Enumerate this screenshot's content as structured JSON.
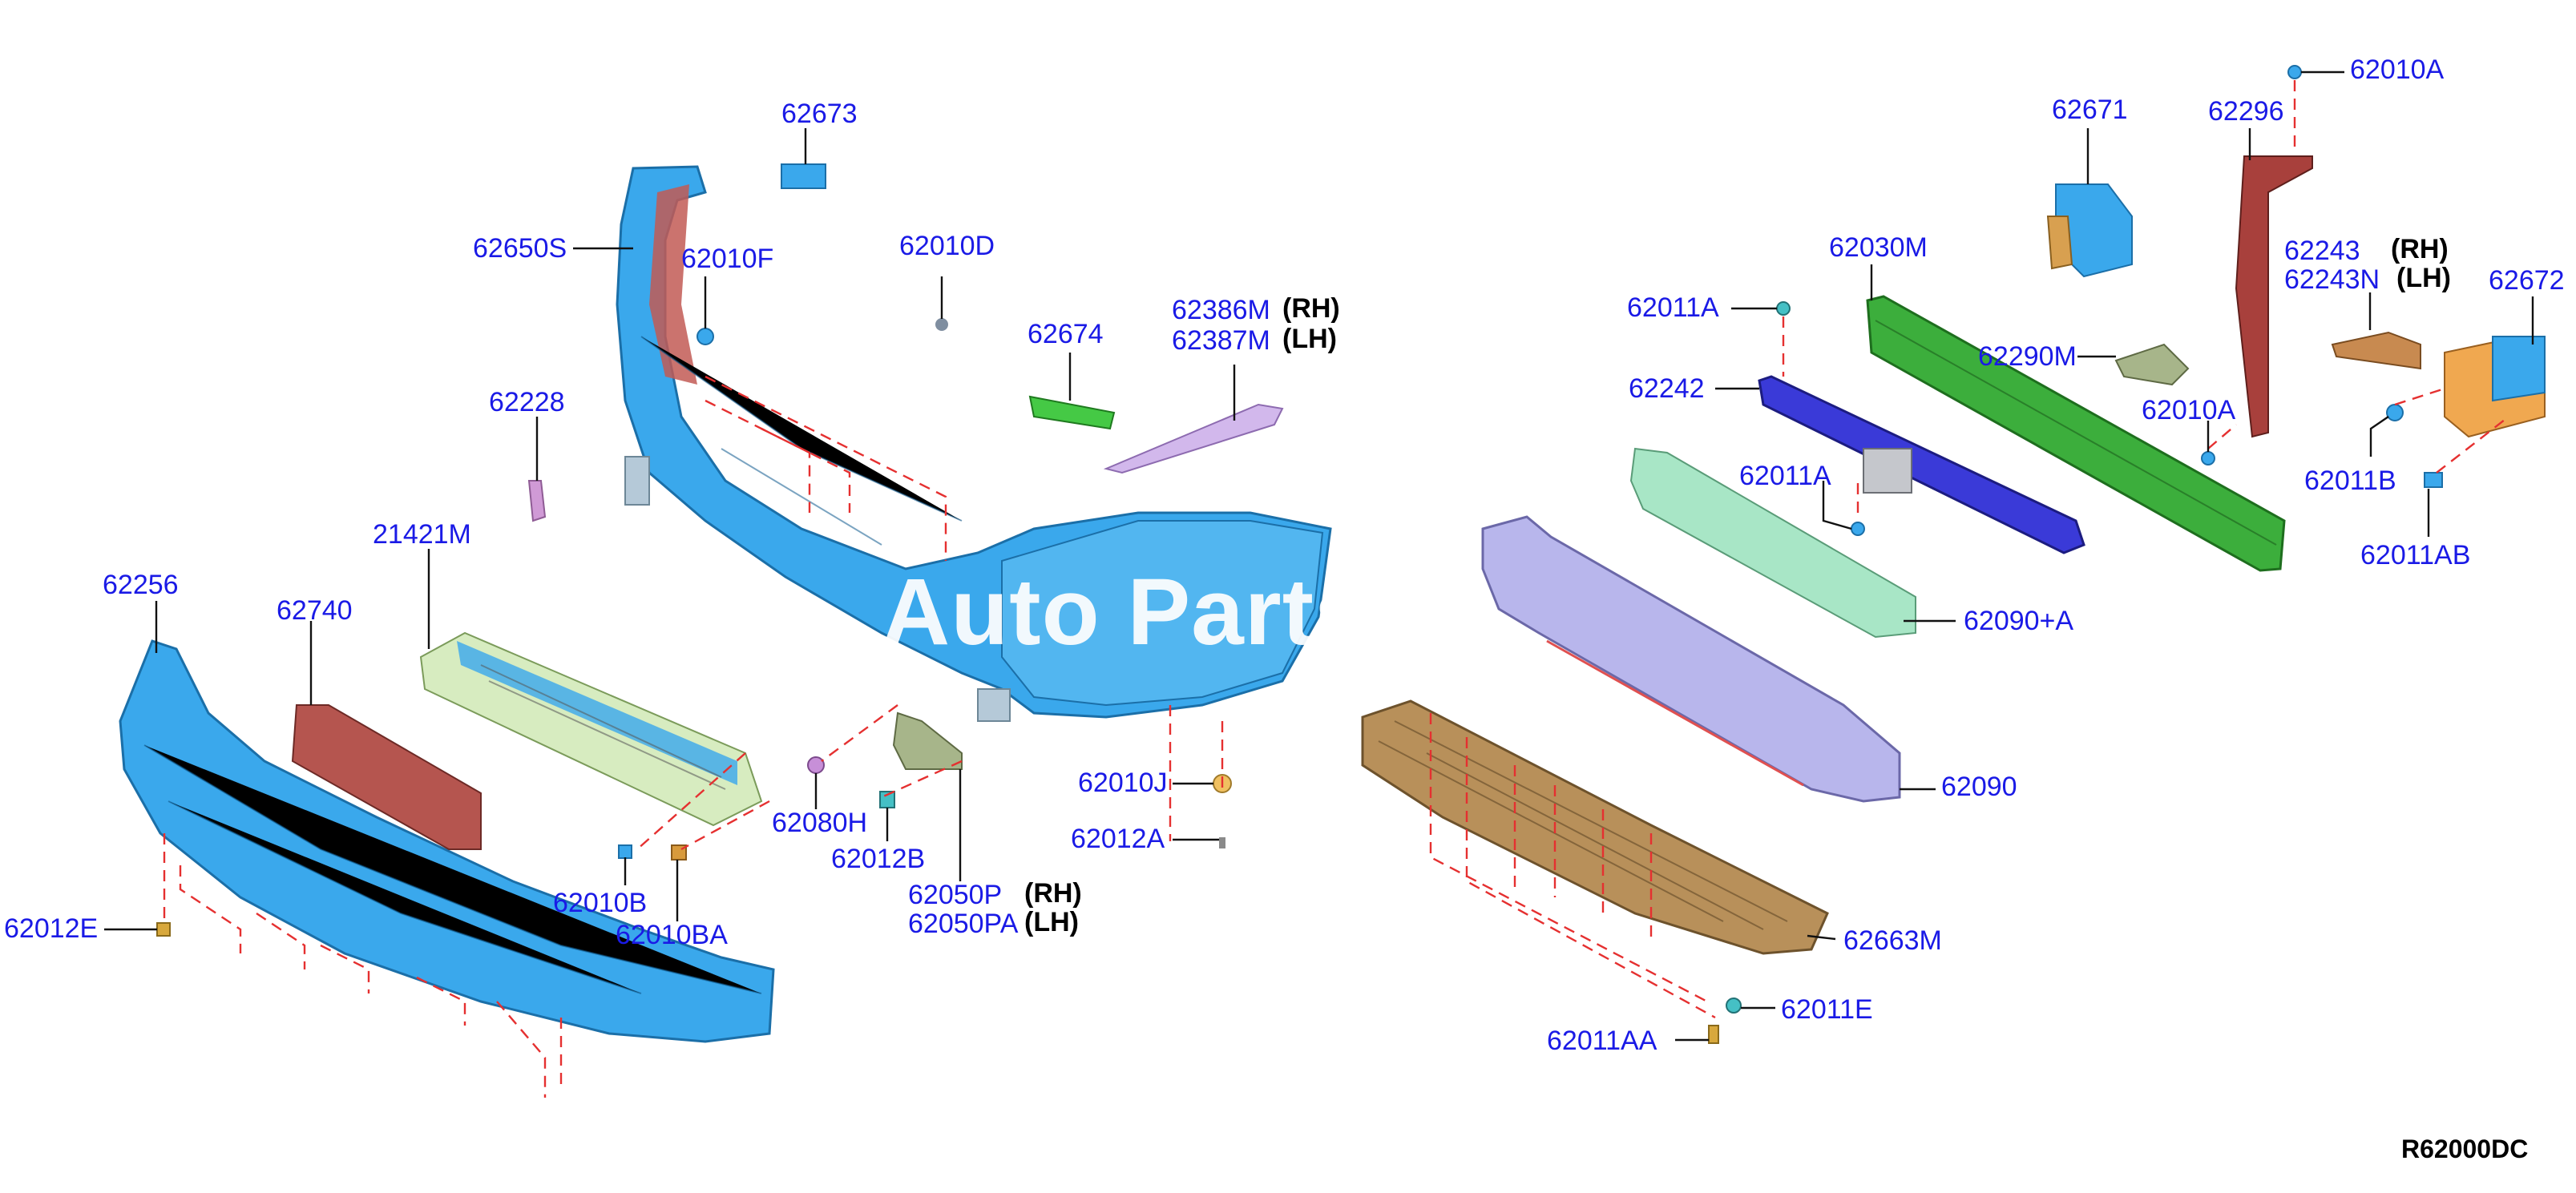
{
  "diagram": {
    "reference_code": "R62000DC",
    "watermark": "Auto Parts",
    "colors": {
      "bumper_fascia": "#3aa8ec",
      "reinforcement": "#3cae3c",
      "absorber": "#b8b6ec",
      "stay_blue": "#3a3ad8",
      "under_cover": "#b8905a",
      "leader": "#111111",
      "dash": "#e53030",
      "label": "#1a1ae6"
    },
    "parts": [
      {
        "id": "p62673",
        "number": "62673",
        "icon": "clip-bracket"
      },
      {
        "id": "p62650S",
        "number": "62650S",
        "icon": "bumper-retainer"
      },
      {
        "id": "p62010F",
        "number": "62010F",
        "icon": "clip"
      },
      {
        "id": "p62010D",
        "number": "62010D",
        "icon": "clip"
      },
      {
        "id": "p62674",
        "number": "62674",
        "icon": "bracket"
      },
      {
        "id": "p62386M",
        "number": "62386M",
        "side": "(RH)",
        "icon": "trim-strip"
      },
      {
        "id": "p62387M",
        "number": "62387M",
        "side": "(LH)",
        "icon": "trim-strip"
      },
      {
        "id": "p62228",
        "number": "62228",
        "icon": "spacer"
      },
      {
        "id": "p21421M",
        "number": "21421M",
        "icon": "air-duct"
      },
      {
        "id": "p62256",
        "number": "62256",
        "icon": "lower-fascia"
      },
      {
        "id": "p62740",
        "number": "62740",
        "icon": "license-bracket"
      },
      {
        "id": "p62080H",
        "number": "62080H",
        "icon": "clip"
      },
      {
        "id": "p62012B",
        "number": "62012B",
        "icon": "screw"
      },
      {
        "id": "p62050P",
        "number": "62050P",
        "side": "(RH)",
        "icon": "bracket"
      },
      {
        "id": "p62050PA",
        "number": "62050PA",
        "side": "(LH)",
        "icon": "bracket"
      },
      {
        "id": "p62010J",
        "number": "62010J",
        "icon": "clip"
      },
      {
        "id": "p62012A",
        "number": "62012A",
        "icon": "screw"
      },
      {
        "id": "p62010B",
        "number": "62010B",
        "icon": "clip"
      },
      {
        "id": "p62010BA",
        "number": "62010BA",
        "icon": "clip"
      },
      {
        "id": "p62012E",
        "number": "62012E",
        "icon": "screw"
      },
      {
        "id": "p62011A_1",
        "number": "62011A",
        "icon": "bolt"
      },
      {
        "id": "p62242",
        "number": "62242",
        "icon": "stay"
      },
      {
        "id": "p62030M",
        "number": "62030M",
        "icon": "reinforcement"
      },
      {
        "id": "p62011A_2",
        "number": "62011A",
        "icon": "bolt"
      },
      {
        "id": "p62090A",
        "number": "62090+A",
        "icon": "absorber"
      },
      {
        "id": "p62090",
        "number": "62090",
        "icon": "absorber"
      },
      {
        "id": "p62663M",
        "number": "62663M",
        "icon": "under-cover"
      },
      {
        "id": "p62011E",
        "number": "62011E",
        "icon": "bolt"
      },
      {
        "id": "p62011AA",
        "number": "62011AA",
        "icon": "bolt"
      },
      {
        "id": "p62671",
        "number": "62671",
        "icon": "bracket"
      },
      {
        "id": "p62296",
        "number": "62296",
        "icon": "side-bracket"
      },
      {
        "id": "p62010A_1",
        "number": "62010A",
        "icon": "clip"
      },
      {
        "id": "p62243",
        "number": "62243",
        "side": "(RH)",
        "icon": "bracket"
      },
      {
        "id": "p62243N",
        "number": "62243N",
        "side": "(LH)",
        "icon": "bracket"
      },
      {
        "id": "p62672",
        "number": "62672",
        "icon": "bracket"
      },
      {
        "id": "p62290M",
        "number": "62290M",
        "icon": "bracket"
      },
      {
        "id": "p62010A_2",
        "number": "62010A",
        "icon": "clip"
      },
      {
        "id": "p62011B",
        "number": "62011B",
        "icon": "bolt"
      },
      {
        "id": "p62011AB",
        "number": "62011AB",
        "icon": "bolt"
      }
    ]
  }
}
